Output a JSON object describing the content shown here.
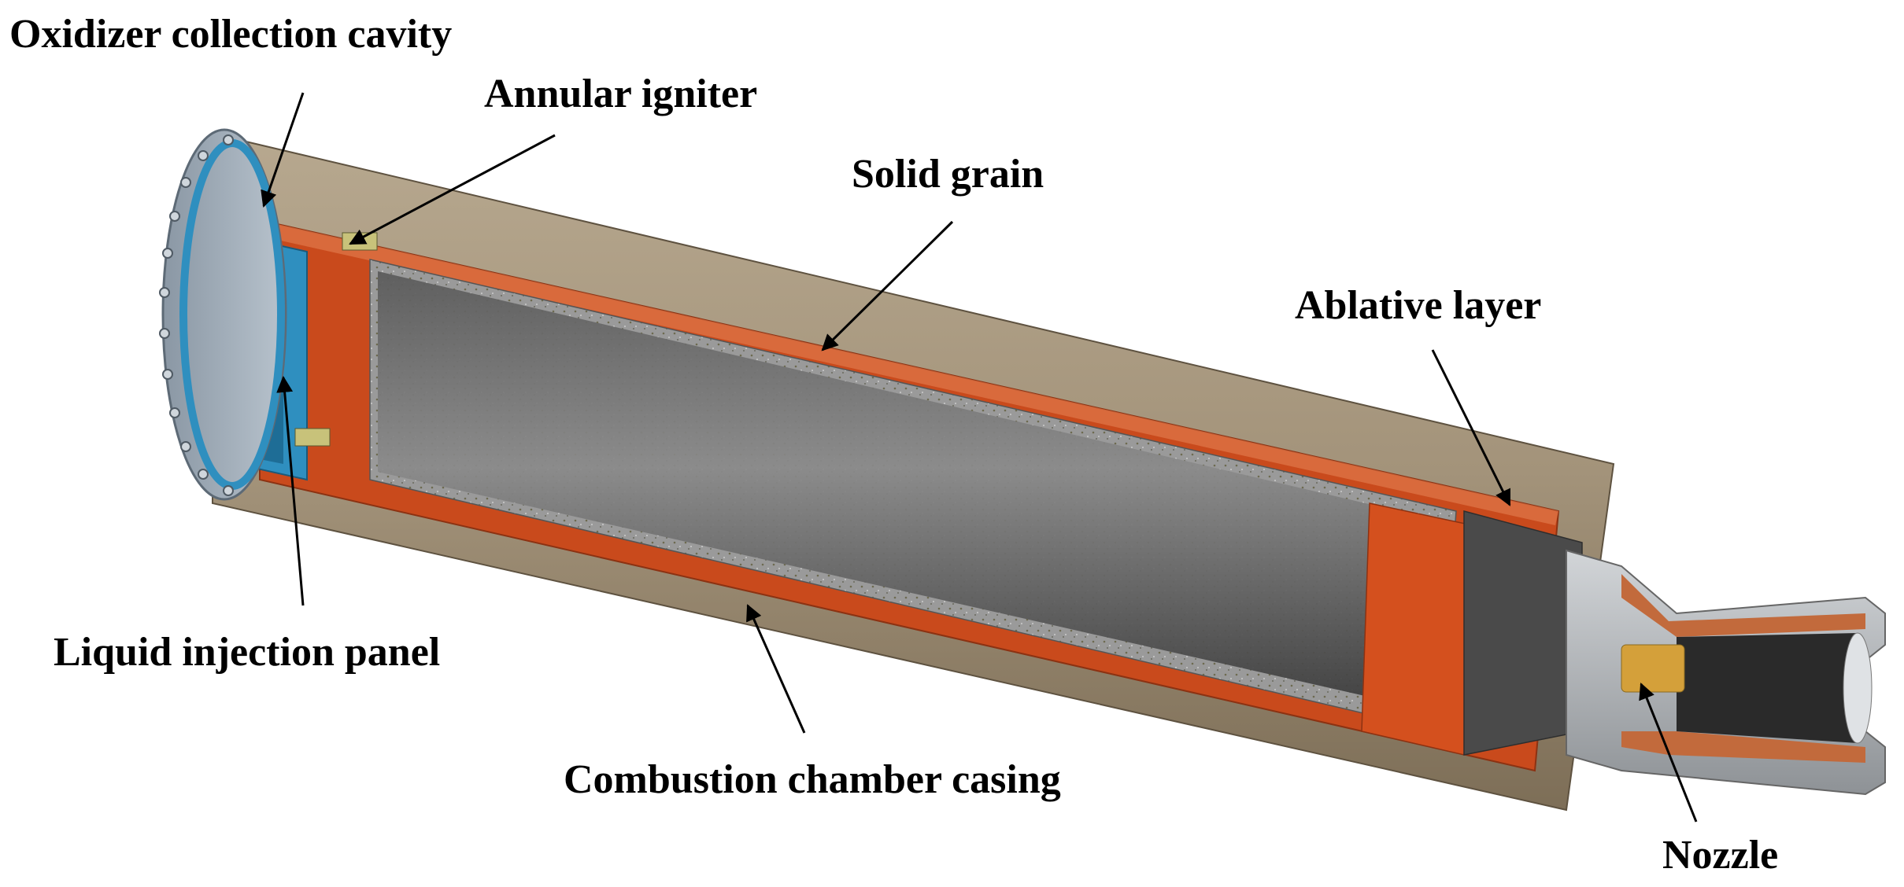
{
  "labels": {
    "oxidizer_cavity": "Oxidizer collection cavity",
    "annular_igniter": "Annular igniter",
    "solid_grain": "Solid grain",
    "ablative_layer": "Ablative layer",
    "liquid_injection_panel": "Liquid injection panel",
    "combustion_casing": "Combustion chamber casing",
    "nozzle": "Nozzle"
  },
  "colors": {
    "casing": "#a3937a",
    "casing_dark": "#7d6e57",
    "ablative": "#c94a1c",
    "grain": "#6f6f6f",
    "grain_dark": "#3e3e3e",
    "injector_blue": "#2f8fbf",
    "plate": "#9aa7b4",
    "nozzle_insert": "#d4a03a",
    "metal": "#b9bcc0"
  }
}
